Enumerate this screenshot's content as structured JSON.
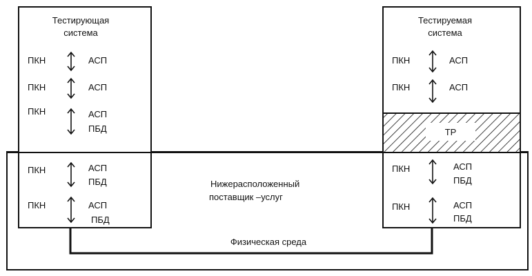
{
  "left_system": {
    "title_line1": "Тестирующая",
    "title_line2": "система",
    "rows": [
      {
        "left": "ПКН",
        "right1": "АСП",
        "right2": ""
      },
      {
        "left": "ПКН",
        "right1": "АСП",
        "right2": ""
      },
      {
        "left": "ПКН",
        "right1": "АСП",
        "right2": "ПБД"
      }
    ]
  },
  "right_system": {
    "title_line1": "Тестируемая",
    "title_line2": "система",
    "rows": [
      {
        "left": "ПКН",
        "right1": "АСП",
        "right2": ""
      },
      {
        "left": "ПКН",
        "right1": "АСП",
        "right2": ""
      }
    ],
    "tr_label": "ТР"
  },
  "lower_left": {
    "rows": [
      {
        "left": "ПКН",
        "right1": "АСП",
        "right2": "ПБД"
      },
      {
        "left": "ПКН",
        "right1": "АСП",
        "right2": "ПБД"
      }
    ]
  },
  "lower_right": {
    "rows": [
      {
        "left": "ПКН",
        "right1": "АСП",
        "right2": "ПБД"
      },
      {
        "left": "ПКН",
        "right1": "АСП",
        "right2": "ПБД"
      }
    ]
  },
  "provider": {
    "line1": "Нижерасположенный",
    "line2": "поставщик –услуг"
  },
  "physical_medium": "Физическая среда",
  "colors": {
    "line": "#111111",
    "background": "#ffffff"
  }
}
